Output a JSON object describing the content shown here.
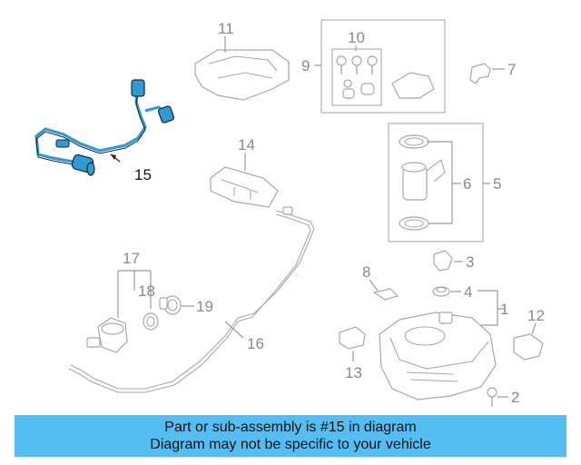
{
  "callouts": {
    "c1": "1",
    "c2": "2",
    "c3": "3",
    "c4": "4",
    "c5": "5",
    "c6": "6",
    "c7": "7",
    "c8": "8",
    "c9": "9",
    "c10": "10",
    "c11": "11",
    "c12": "12",
    "c13": "13",
    "c14": "14",
    "c15": "15",
    "c16": "16",
    "c17": "17",
    "c18": "18",
    "c19": "19"
  },
  "highlight_color": "#2f9bd3",
  "banner": {
    "color": "#54bdf1",
    "line1": "Part or sub-assembly is #15 in diagram",
    "line2": "Diagram may not be specific to your vehicle"
  }
}
